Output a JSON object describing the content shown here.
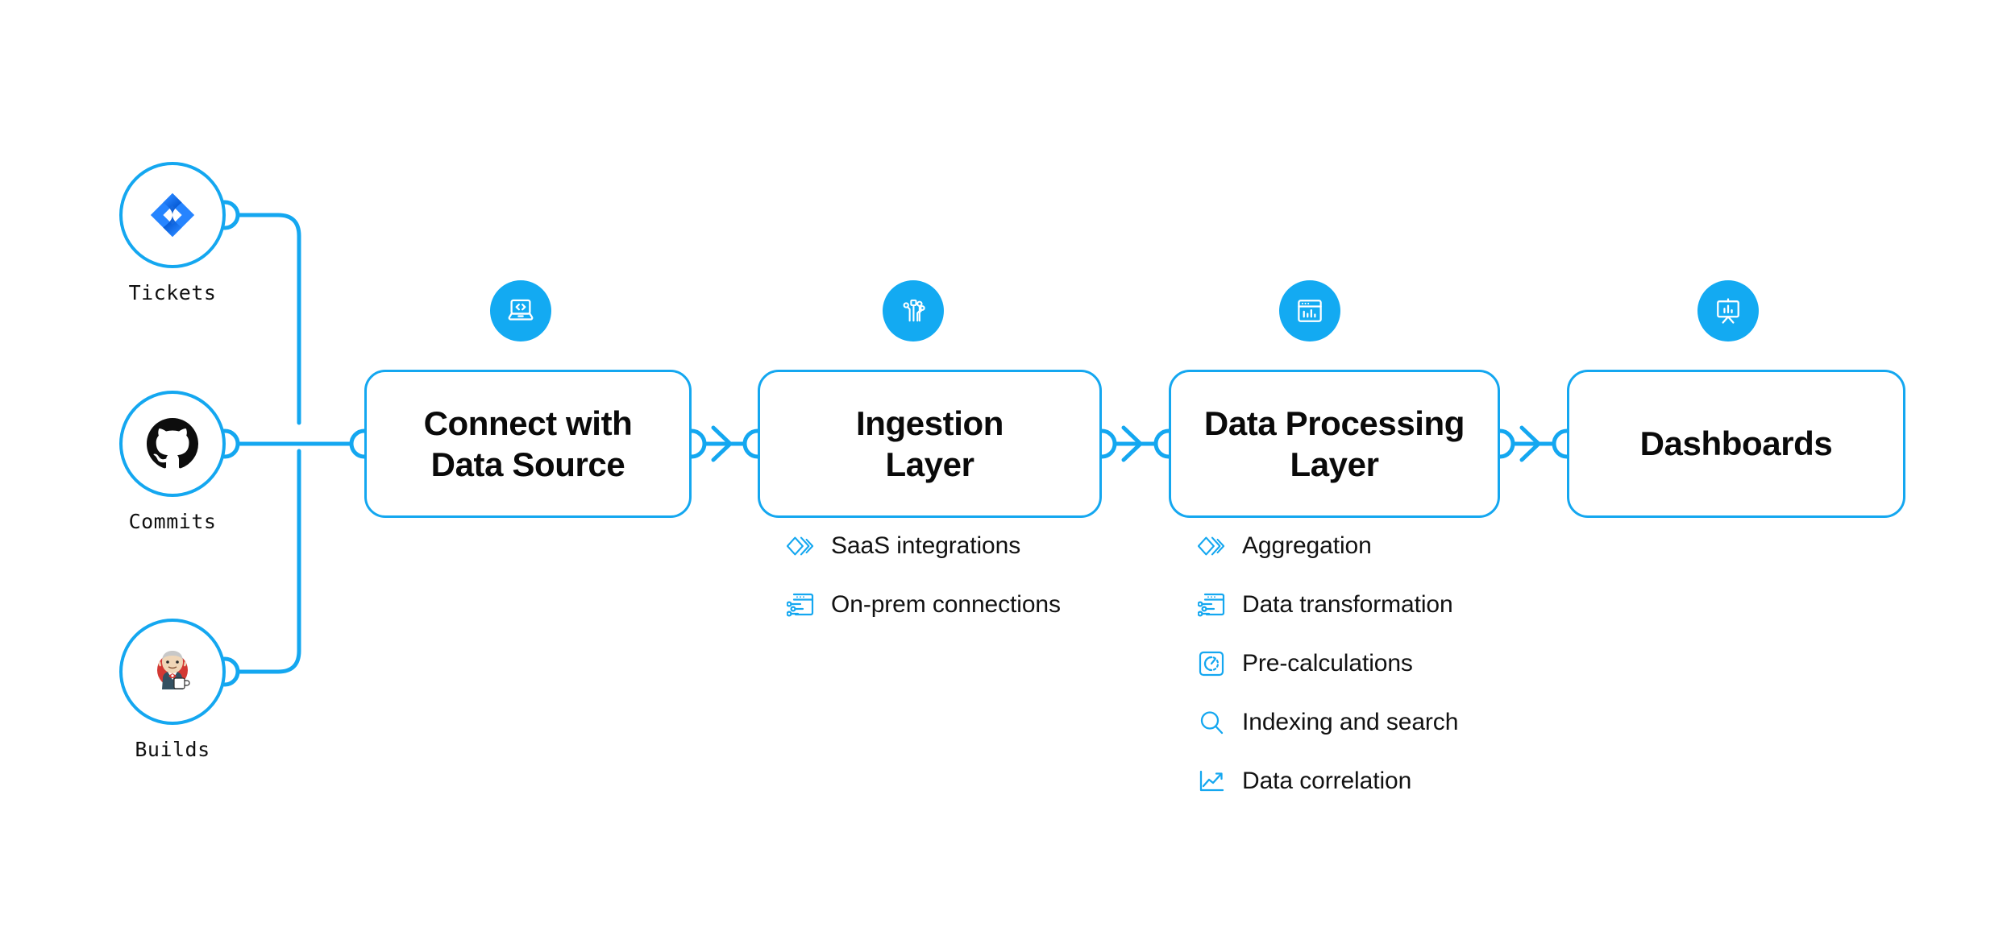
{
  "theme": {
    "accent": "#14A7F0",
    "badge_fill": "#13AAF2",
    "text": "#0a0a0a",
    "background": "#ffffff"
  },
  "sources": [
    {
      "label": "Tickets",
      "icon": "jira-icon"
    },
    {
      "label": "Commits",
      "icon": "github-icon"
    },
    {
      "label": "Builds",
      "icon": "jenkins-icon"
    }
  ],
  "stages": [
    {
      "title": "Connect with\nData Source",
      "line1": "Connect with",
      "line2": "Data Source",
      "badge_icon": "laptop-code-icon"
    },
    {
      "title": "Ingestion\nLayer",
      "line1": "Ingestion",
      "line2": "Layer",
      "badge_icon": "circuit-nodes-icon"
    },
    {
      "title": "Data Processing\nLayer",
      "line1": "Data Processing",
      "line2": "Layer",
      "badge_icon": "window-chart-icon"
    },
    {
      "title": "Dashboards",
      "line1": "Dashboards",
      "line2": "",
      "badge_icon": "presentation-chart-icon"
    }
  ],
  "ingestion_features": [
    {
      "label": "SaaS integrations",
      "icon": "chevrons-layers-icon"
    },
    {
      "label": "On-prem connections",
      "icon": "window-sliders-icon"
    }
  ],
  "processing_features": [
    {
      "label": "Aggregation",
      "icon": "chevrons-layers-icon"
    },
    {
      "label": "Data transformation",
      "icon": "window-sliders-icon"
    },
    {
      "label": "Pre-calculations",
      "icon": "gauge-square-icon"
    },
    {
      "label": "Indexing and search",
      "icon": "search-icon"
    },
    {
      "label": "Data correlation",
      "icon": "line-chart-icon"
    }
  ]
}
